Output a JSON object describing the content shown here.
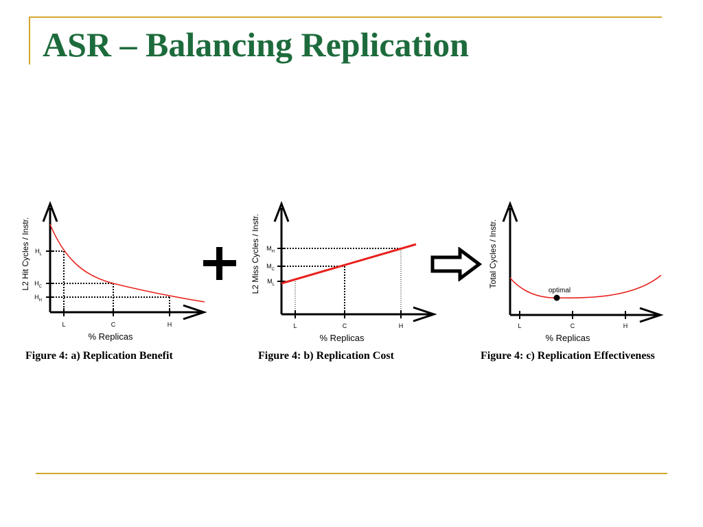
{
  "slide": {
    "title": "ASR – Balancing Replication",
    "title_color": "#1d6b3c",
    "rule_color": "#d4a62a"
  },
  "figures": {
    "benefit": {
      "caption": "Figure 4: a) Replication Benefit",
      "y_label": "L2 Hit Cycles / Instr.",
      "x_label": "% Replicas",
      "x_ticks": [
        "L",
        "C",
        "H"
      ],
      "y_ticks": [
        {
          "main": "H",
          "sub": "L"
        },
        {
          "main": "H",
          "sub": "C"
        },
        {
          "main": "H",
          "sub": "H"
        }
      ]
    },
    "cost": {
      "caption": "Figure 4: b) Replication Cost",
      "y_label": "L2 Miss Cycles / Instr.",
      "x_label": "% Replicas",
      "x_ticks": [
        "L",
        "C",
        "H"
      ],
      "y_ticks": [
        {
          "main": "M",
          "sub": "H"
        },
        {
          "main": "M",
          "sub": "C"
        },
        {
          "main": "M",
          "sub": "L"
        }
      ]
    },
    "effectiveness": {
      "caption": "Figure 4: c) Replication Effectiveness",
      "y_label": "Total Cycles / Instr.",
      "x_label": "% Replicas",
      "x_ticks": [
        "L",
        "C",
        "H"
      ],
      "optimal_label": "optimal"
    }
  },
  "operators": {
    "plus": "plus-icon",
    "arrow": "hollow-right-arrow-icon"
  },
  "curve_color": "#e8211d"
}
